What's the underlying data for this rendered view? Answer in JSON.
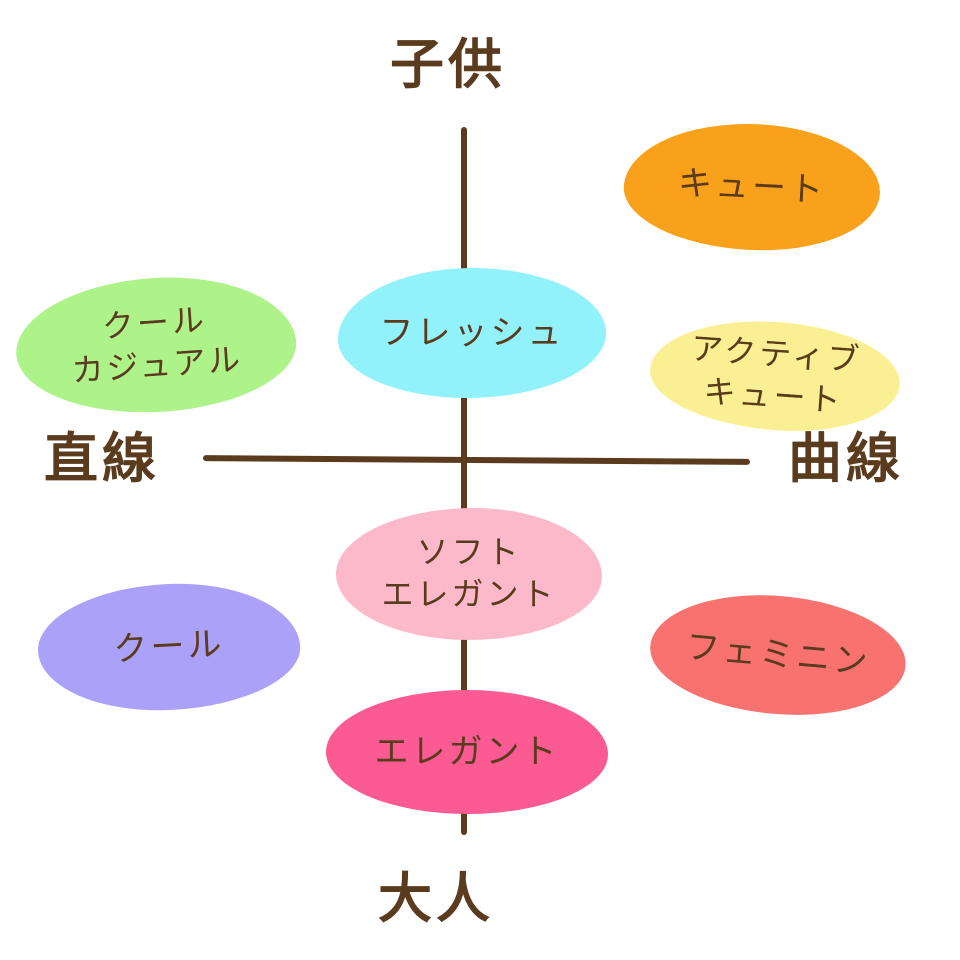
{
  "axes": {
    "top": "子供",
    "bottom": "大人",
    "left": "直線",
    "right": "曲線"
  },
  "styles": [
    {
      "id": "cute",
      "label": "キュート",
      "color": "#F9A11B"
    },
    {
      "id": "cool-casual",
      "label": "クール\nカジュアル",
      "color": "#AEF28A"
    },
    {
      "id": "fresh",
      "label": "フレッシュ",
      "color": "#92F2FB"
    },
    {
      "id": "active-cute",
      "label": "アクティブ\nキュート",
      "color": "#FAF093"
    },
    {
      "id": "soft-elegant",
      "label": "ソフト\nエレガント",
      "color": "#FCB9CA"
    },
    {
      "id": "cool",
      "label": "クール",
      "color": "#ACA1F8"
    },
    {
      "id": "feminine",
      "label": "フェミニン",
      "color": "#F87370"
    },
    {
      "id": "elegant",
      "label": "エレガント",
      "color": "#FB5A92"
    }
  ],
  "colors": {
    "axis_line": "#5a3b1d",
    "text": "#5a3b1d"
  }
}
